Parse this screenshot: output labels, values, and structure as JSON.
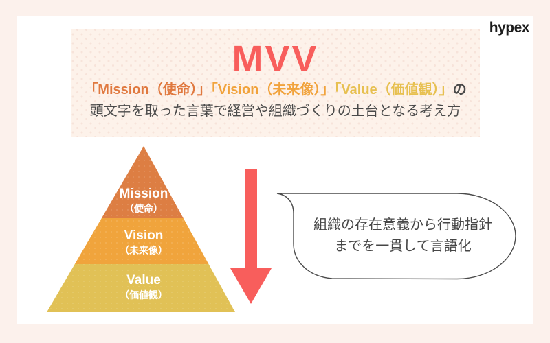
{
  "colors": {
    "page_bg": "#fcf1ec",
    "card_bg": "#ffffff",
    "header_box_bg": "#fdf2ea",
    "header_box_dot": "#f7e3da",
    "accent_red": "#f85e5c",
    "text_dark": "#4a4a4a",
    "bubble_border": "#4a4a4a"
  },
  "logo": {
    "text": "hypex"
  },
  "header": {
    "title": "MVV",
    "subtitle_terms": [
      {
        "text": "「Mission（使命）」",
        "color": "#e0793f"
      },
      {
        "text": "「Vision（未来像）」",
        "color": "#f1a33c"
      },
      {
        "text": "「Value（価値観）」",
        "color": "#e7c050"
      },
      {
        "text": "の",
        "color": "#4a4a4a"
      }
    ],
    "subtitle_description": "頭文字を取った言葉で経営や組織づくりの土台となる考え方"
  },
  "pyramid": {
    "label_color": "#ffffff",
    "layers": [
      {
        "label": "Mission",
        "sublabel": "（使命）",
        "color": "#dd7e43"
      },
      {
        "label": "Vision",
        "sublabel": "（未来像）",
        "color": "#f0a43c"
      },
      {
        "label": "Value",
        "sublabel": "（価値観）",
        "color": "#e1c156"
      }
    ]
  },
  "arrow": {
    "color": "#f85e5c"
  },
  "bubble": {
    "text_color": "#464646",
    "lines": [
      "組織の存在意義から行動指針",
      "までを一貫して言語化"
    ]
  }
}
